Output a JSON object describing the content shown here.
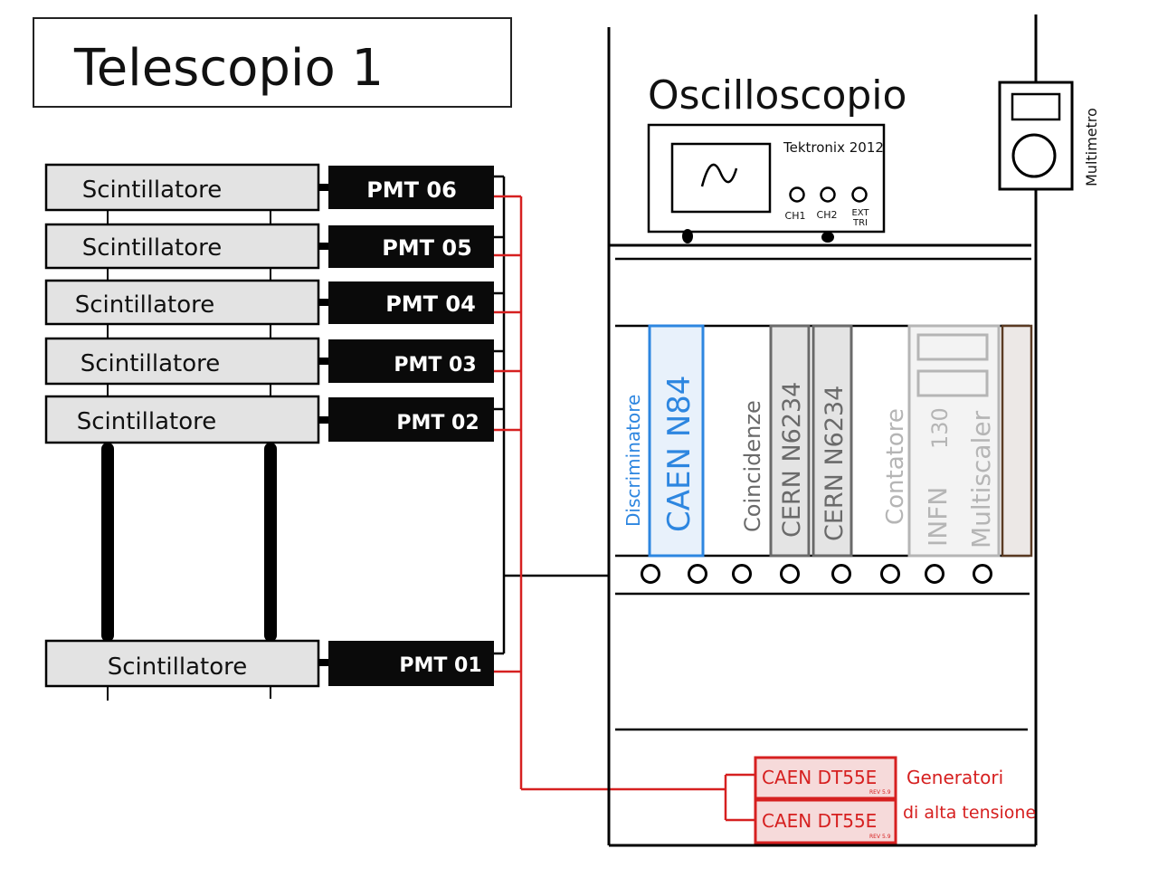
{
  "title": "Telescopio 1",
  "scintillators": [
    {
      "label": "Scintillatore"
    },
    {
      "label": "Scintillatore"
    },
    {
      "label": "Scintillatore"
    },
    {
      "label": "Scintillatore"
    },
    {
      "label": "Scintillatore"
    },
    {
      "label": "Scintillatore"
    }
  ],
  "pmts": [
    {
      "label": "PMT 06"
    },
    {
      "label": "PMT 05"
    },
    {
      "label": "PMT 04"
    },
    {
      "label": "PMT 03"
    },
    {
      "label": "PMT 02"
    },
    {
      "label": "PMT 01"
    }
  ],
  "oscilloscope": {
    "title": "Oscilloscopio",
    "brand": "Tektronix 2012",
    "ch1": "CH1",
    "ch2": "CH2",
    "ext_line1": "EXT",
    "ext_line2": "TRI"
  },
  "multimeter": {
    "label": "Multimetro"
  },
  "rack_modules": {
    "discriminator_label": "Discriminatore",
    "discriminator_module": "CAEN N84",
    "coincidence_label": "Coincidenze",
    "coincidence_module_1": "CERN N6234",
    "coincidence_module_2": "CERN N6234",
    "counter_label": "Contatore",
    "counter_module_line1": "INFN",
    "counter_module_number": "130",
    "counter_module_line2": "Multiscaler"
  },
  "hv": {
    "unit_1": "CAEN DT55E",
    "unit_1_sub": "REV 5.9",
    "unit_2": "CAEN DT55E",
    "unit_2_sub": "REV 5.9",
    "caption_line1": "Generatori",
    "caption_line2": "di alta tensione"
  },
  "colors": {
    "hv_red": "#d62020",
    "discriminator_blue": "#2d86e0",
    "scintillator_gray": "#e3e3e3",
    "pmt_black": "#0a0a0a",
    "counter_gray": "#b5b5b5",
    "coincidence_gray": "#6a6a6a"
  }
}
